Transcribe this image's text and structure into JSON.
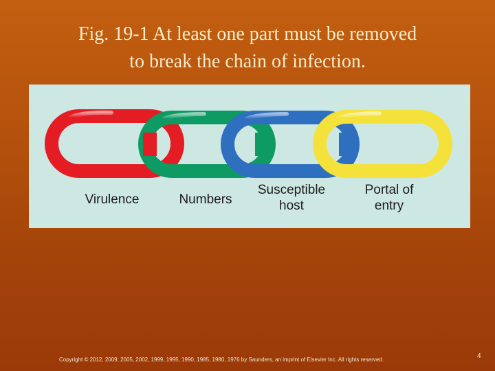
{
  "slide": {
    "title_line1": "Fig. 19-1 At least one part must be removed",
    "title_line2": "to break the chain of infection.",
    "copyright": "Copyright © 2012, 2009, 2005, 2002, 1999, 1995, 1990, 1985, 1980, 1976 by Saunders, an imprint of Elsevier Inc. All rights reserved.",
    "page_number": "4"
  },
  "figure": {
    "background_color": "#cde8e3",
    "links": [
      {
        "label_line1": "Virulence",
        "label_line2": "",
        "color": "#e41c24"
      },
      {
        "label_line1": "Numbers",
        "label_line2": "",
        "color": "#0d9a63"
      },
      {
        "label_line1": "Susceptible",
        "label_line2": "host",
        "color": "#2f6fc0"
      },
      {
        "label_line1": "Portal of",
        "label_line2": "entry",
        "color": "#f4e23a"
      }
    ]
  }
}
